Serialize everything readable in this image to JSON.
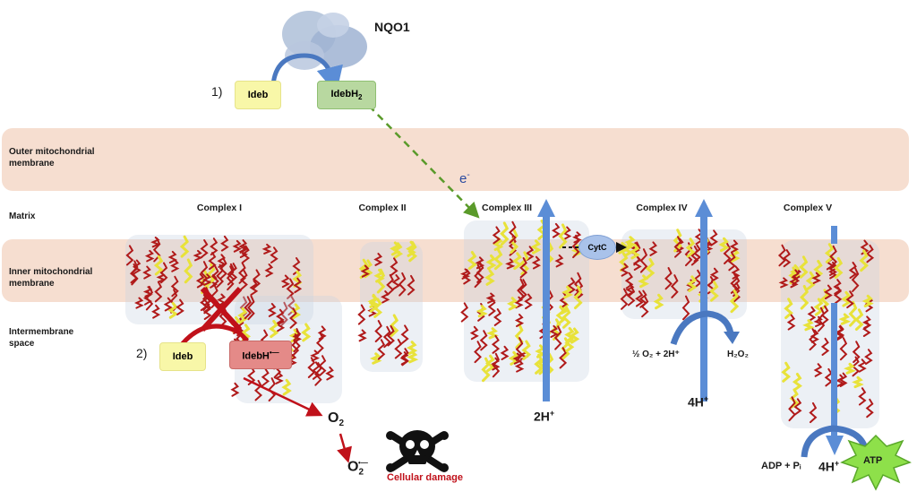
{
  "regions": {
    "outer": "Outer mitochondrial membrane",
    "matrix": "Matrix",
    "inner": "Inner mitochondrial membrane",
    "intermembrane": "Intermembrane space"
  },
  "nqo1": "NQO1",
  "step1": {
    "num": "1)",
    "ideb": "Ideb",
    "idebh2_main": "IdebH",
    "idebh2_sub": "2"
  },
  "step2": {
    "num": "2)",
    "ideb": "Ideb",
    "idebh_main": "IdebH",
    "idebh_sup": "•—"
  },
  "electron": {
    "main": "e",
    "sup": "-"
  },
  "complexes": [
    "Complex I",
    "Complex II",
    "Complex III",
    "Complex IV",
    "Complex V"
  ],
  "cytc": "CytC",
  "proton3": {
    "main": "2H",
    "sup": "+"
  },
  "proton4": {
    "main": "4H",
    "sup": "+"
  },
  "proton5": {
    "main": "4H",
    "sup": "+"
  },
  "o2": {
    "main": "O",
    "sub": "2"
  },
  "superoxide": {
    "main": "O",
    "sub": "2",
    "dot": "•—"
  },
  "reaction4": "½ O₂ + 2H⁺",
  "h2o2": "H₂O₂",
  "adp": "ADP + Pᵢ",
  "atp": "ATP",
  "damage": "Cellular damage",
  "colors": {
    "membrane": "#f6ded0",
    "arrow_blue": "#5b8dd6",
    "arrow_red": "#c0111a",
    "helix_red": "#b01a1a",
    "sheet_yellow": "#e8e23a",
    "dashed_green": "#5a9a2a"
  }
}
